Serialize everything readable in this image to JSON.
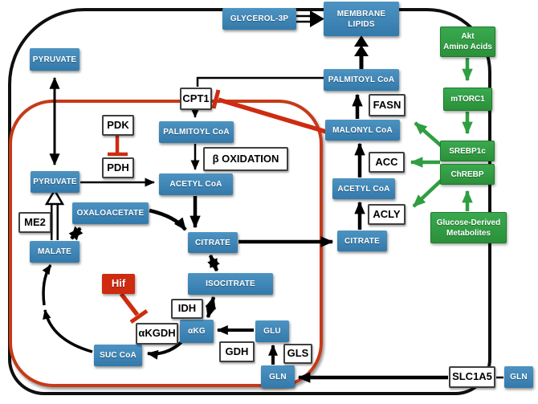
{
  "diagram_type": "metabolic-pathway",
  "colors": {
    "metabolite_blue": "#3a82b5",
    "regulator_green": "#2f9e41",
    "inhibitor_red": "#ce2b11",
    "mitochondrion_border": "#c53a18",
    "cell_membrane": "#0f0f0f",
    "enzyme_box": "#ffffff"
  },
  "nodes": {
    "pyruvate_cytosol": "PYRUVATE",
    "glycerol_3p": "GLYCEROL-3P",
    "membrane_lipids": "MEMBRANE\nLIPIDS",
    "palmitoyl_coa_cytosol": "PALMITOYL CoA",
    "fasn": "FASN",
    "malonyl_coa": "MALONYL CoA",
    "acc": "ACC",
    "acetyl_coa_cytosol": "ACETYL CoA",
    "acly": "ACLY",
    "citrate_cytosol": "CITRATE",
    "cpt1": "CPT1",
    "pdk": "PDK",
    "pdh": "PDH",
    "palmitoyl_coa_mito": "PALMITOYL CoA",
    "beta_oxidation": "β OXIDATION",
    "acetyl_coa_mito": "ACETYL CoA",
    "pyruvate_mito": "PYRUVATE",
    "me2": "ME2",
    "oxaloacetate": "OXALOACETATE",
    "malate": "MALATE",
    "citrate_mito": "CITRATE",
    "isocitrate": "ISOCITRATE",
    "hif": "Hif",
    "idh": "IDH",
    "akgdh": "αKGDH",
    "akg": "αKG",
    "glu": "GLU",
    "gdh": "GDH",
    "gls": "GLS",
    "gln_mito": "GLN",
    "suc_coa": "SUC CoA",
    "akt_amino_acids": "Akt\nAmino Acids",
    "mtorc1": "mTORC1",
    "srebp1c": "SREBP1c",
    "chrebp": "ChREBP",
    "glucose_derived_metabolites": "Glucose-Derived\nMetabolites",
    "slc1a5": "SLC1A5",
    "gln_extracellular": "GLN"
  }
}
